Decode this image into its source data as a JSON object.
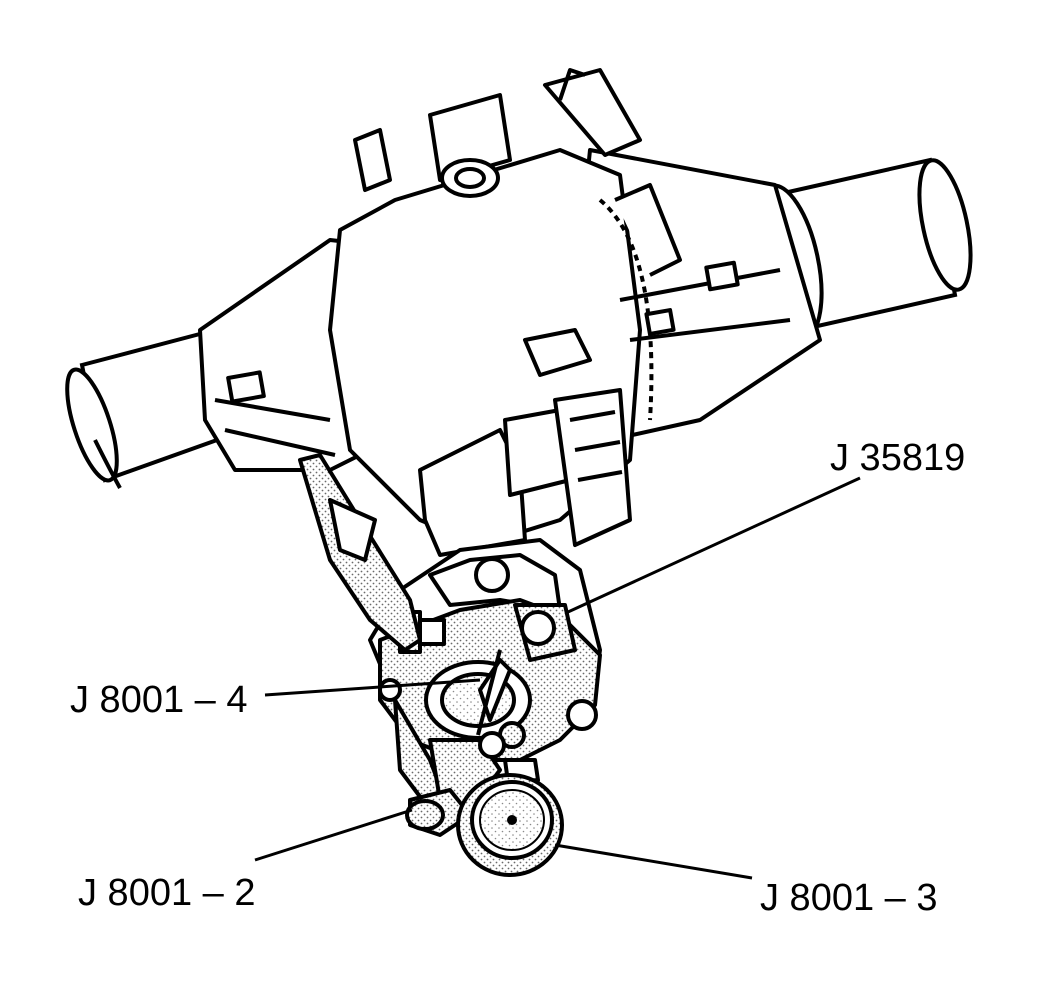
{
  "labels": {
    "j35819": "J 35819",
    "j8001_4": "J 8001 – 4",
    "j8001_2": "J 8001 – 2",
    "j8001_3": "J 8001 – 3"
  },
  "colors": {
    "ink": "#000000",
    "paper": "#ffffff",
    "stipple": "#8a8a8a"
  }
}
